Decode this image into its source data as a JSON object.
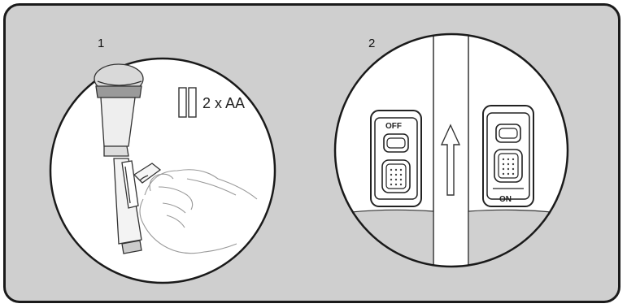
{
  "steps": [
    {
      "number": "1",
      "battery_label": "2 x AA"
    },
    {
      "number": "2",
      "off_label": "OFF",
      "on_label": "ON"
    }
  ],
  "icons": [
    "batteries-icon",
    "microphone-illustration",
    "hand-illustration",
    "switch-off-illustration",
    "switch-on-illustration",
    "up-arrow-icon"
  ]
}
